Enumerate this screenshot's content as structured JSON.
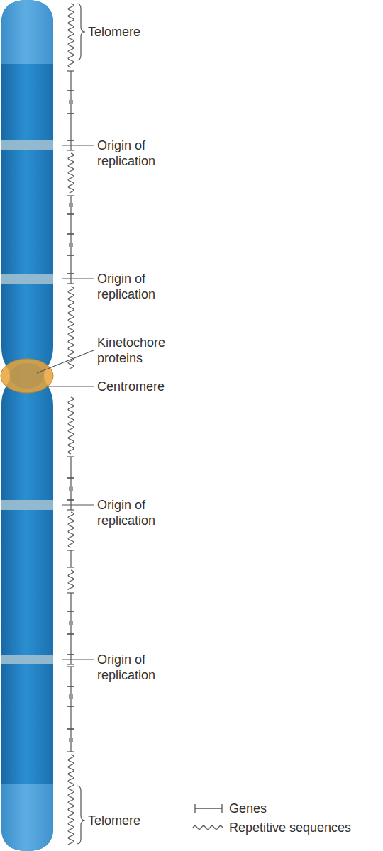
{
  "diagram": {
    "labels": [
      "Telomere",
      "Origin of replication",
      "Origin of replication",
      "Kinetochore proteins",
      "Centromere",
      "Origin of replication",
      "Origin of replication",
      "Telomere"
    ],
    "legend": [
      {
        "text": "Genes"
      },
      {
        "text": "Repetitive sequences"
      }
    ]
  }
}
